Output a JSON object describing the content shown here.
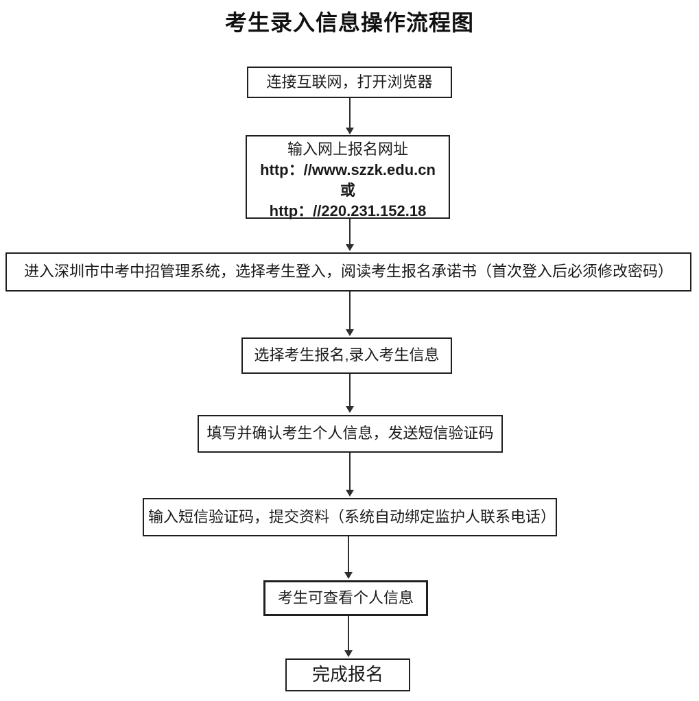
{
  "title": "考生录入信息操作流程图",
  "flowchart": {
    "nodes": [
      {
        "id": "connect-internet",
        "text": "连接互联网，打开浏览器"
      },
      {
        "id": "enter-url",
        "lines": [
          "输入网上报名网址",
          "http：//www.szzk.edu.cn 或",
          "http：//220.231.152.18"
        ]
      },
      {
        "id": "login-system",
        "text": "进入深圳市中考中招管理系统，选择考生登入，阅读考生报名承诺书（首次登入后必须修改密码）"
      },
      {
        "id": "select-registration",
        "text": "选择考生报名,录入考生信息"
      },
      {
        "id": "fill-confirm-info",
        "text": "填写并确认考生个人信息，发送短信验证码"
      },
      {
        "id": "submit-verification",
        "text": "输入短信验证码，提交资料（系统自动绑定监护人联系电话）"
      },
      {
        "id": "view-personal-info",
        "text": "考生可查看个人信息"
      },
      {
        "id": "complete-registration",
        "text": "完成报名"
      }
    ]
  },
  "colors": {
    "border": "#1f1f1f",
    "arrow": "#2e2e2e",
    "text": "#1a1a1a",
    "background": "#ffffff"
  }
}
